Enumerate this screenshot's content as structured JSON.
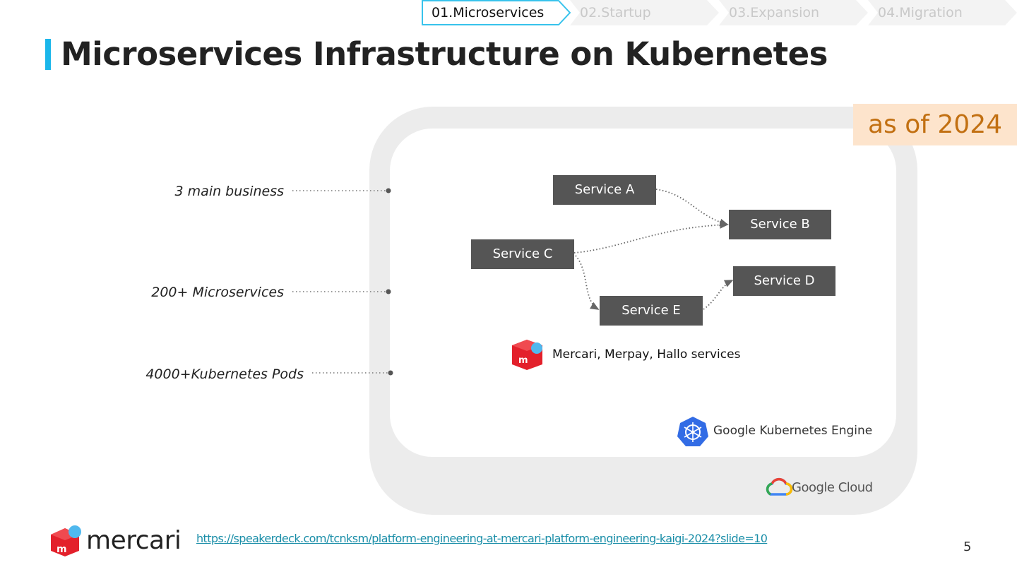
{
  "nav": {
    "steps": [
      {
        "label": "01.Microservices",
        "active": true
      },
      {
        "label": "02.Startup",
        "active": false
      },
      {
        "label": "03.Expansion",
        "active": false
      },
      {
        "label": "04.Migration",
        "active": false
      }
    ],
    "colors": {
      "active_border": "#38c3ec",
      "inactive_fill": "#f3f3f3"
    }
  },
  "title": "Microservices Infrastructure on Kubernetes",
  "badge": "as of 2024",
  "side_labels": [
    "3 main business",
    "200+ Microservices",
    "4000+Kubernetes Pods"
  ],
  "services": {
    "a": "Service A",
    "b": "Service B",
    "c": "Service C",
    "d": "Service D",
    "e": "Service E"
  },
  "services_caption": "Mercari, Merpay, Hallo services",
  "gke_caption": "Google Kubernetes Engine",
  "cloud_caption": "Google Cloud",
  "brand": "mercari",
  "link": "https://speakerdeck.com/tcnksm/platform-engineering-at-mercari-platform-engineering-kaigi-2024?slide=10",
  "page_number": "5",
  "colors": {
    "accent": "#1ab6ea",
    "service_box": "#555555",
    "badge_bg": "#fde4cc",
    "badge_text": "#c27012",
    "mercari_red": "#e3202b",
    "link": "#1a8ea8"
  }
}
